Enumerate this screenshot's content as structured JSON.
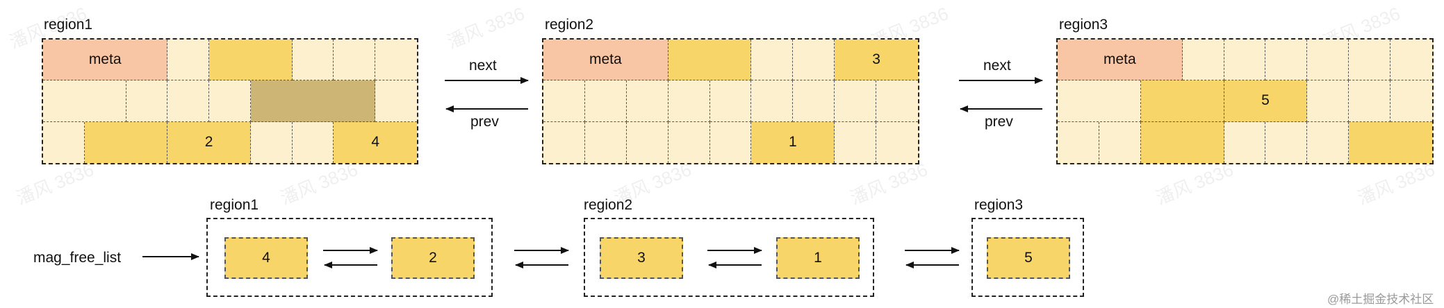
{
  "watermark": "潘风 3836",
  "credit": "@稀土掘金技术社区",
  "region_labels": [
    "region1",
    "region2",
    "region3"
  ],
  "arrow_labels": {
    "next": "next",
    "prev": "prev"
  },
  "regions": [
    {
      "name": "region1",
      "rows": [
        [
          {
            "w": 3,
            "t": "meta",
            "label": "meta"
          },
          {
            "w": 1
          },
          {
            "w": 2,
            "t": "free"
          },
          {
            "w": 1
          },
          {
            "w": 1
          },
          {
            "w": 1
          }
        ],
        [
          {
            "w": 2
          },
          {
            "w": 1
          },
          {
            "w": 1
          },
          {
            "w": 1
          },
          {
            "w": 3,
            "t": "used"
          },
          {
            "w": 1
          }
        ],
        [
          {
            "w": 1
          },
          {
            "w": 2,
            "t": "free"
          },
          {
            "w": 2,
            "t": "free",
            "label": "2"
          },
          {
            "w": 1
          },
          {
            "w": 1
          },
          {
            "w": 2,
            "t": "free",
            "label": "4"
          }
        ]
      ]
    },
    {
      "name": "region2",
      "rows": [
        [
          {
            "w": 3,
            "t": "meta",
            "label": "meta"
          },
          {
            "w": 2,
            "t": "free"
          },
          {
            "w": 1
          },
          {
            "w": 1
          },
          {
            "w": 2,
            "t": "free",
            "label": "3"
          }
        ],
        [
          {
            "w": 1
          },
          {
            "w": 1
          },
          {
            "w": 1
          },
          {
            "w": 1
          },
          {
            "w": 1
          },
          {
            "w": 1
          },
          {
            "w": 1
          },
          {
            "w": 1
          },
          {
            "w": 1
          }
        ],
        [
          {
            "w": 1
          },
          {
            "w": 1
          },
          {
            "w": 1
          },
          {
            "w": 1
          },
          {
            "w": 1
          },
          {
            "w": 2,
            "t": "free",
            "label": "1"
          },
          {
            "w": 1
          },
          {
            "w": 1
          }
        ]
      ]
    },
    {
      "name": "region3",
      "rows": [
        [
          {
            "w": 3,
            "t": "meta",
            "label": "meta"
          },
          {
            "w": 1
          },
          {
            "w": 1
          },
          {
            "w": 1
          },
          {
            "w": 1
          },
          {
            "w": 1
          },
          {
            "w": 1
          }
        ],
        [
          {
            "w": 2
          },
          {
            "w": 2,
            "t": "free"
          },
          {
            "w": 2,
            "t": "free",
            "label": "5"
          },
          {
            "w": 1
          },
          {
            "w": 1
          },
          {
            "w": 1
          }
        ],
        [
          {
            "w": 1
          },
          {
            "w": 1
          },
          {
            "w": 2,
            "t": "free"
          },
          {
            "w": 1
          },
          {
            "w": 1
          },
          {
            "w": 1
          },
          {
            "w": 2,
            "t": "free"
          }
        ]
      ]
    }
  ],
  "free_list": {
    "label": "mag_free_list",
    "groups": [
      {
        "region": "region1",
        "blocks": [
          "4",
          "2"
        ]
      },
      {
        "region": "region2",
        "blocks": [
          "3",
          "1"
        ]
      },
      {
        "region": "region3",
        "blocks": [
          "5"
        ]
      }
    ]
  },
  "colors": {
    "free": "#f8d569",
    "meta": "#f9c6a5",
    "used": "#cdb576",
    "empty": "#fdf0cf",
    "line": "#222222"
  }
}
